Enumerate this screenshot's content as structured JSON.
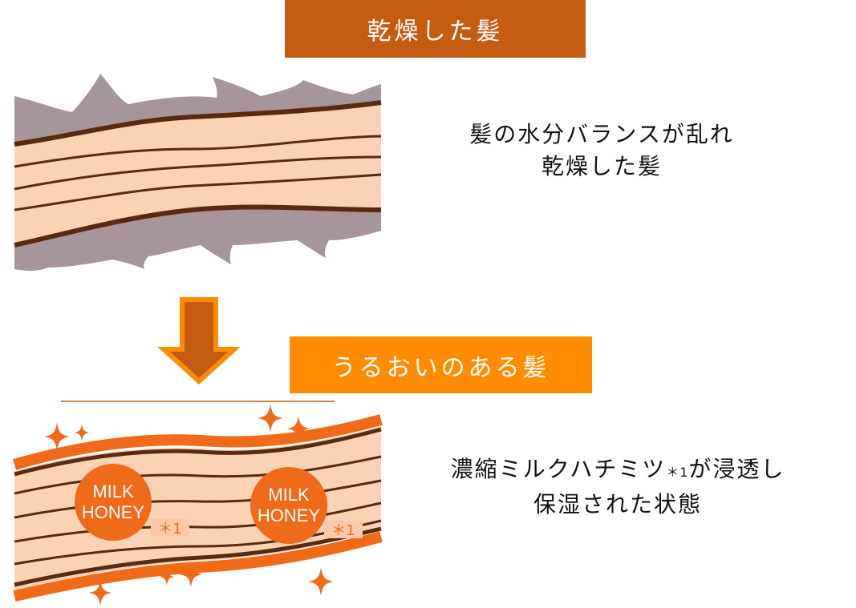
{
  "dry_section": {
    "banner": "乾燥した髪",
    "caption_line1": "髪の水分バランスが乱れ",
    "caption_line2": "乾燥した髪"
  },
  "moist_section": {
    "banner": "うるおいのある髪",
    "caption_line1_before": "濃縮ミルクハチミツ",
    "caption_line1_sup": "＊1",
    "caption_line1_after": "が浸透し",
    "caption_line2": "保湿された状態"
  },
  "badges": [
    {
      "line1": "MILK",
      "line2": "HONEY",
      "note": "＊1"
    },
    {
      "line1": "MILK",
      "line2": "HONEY",
      "note": "＊1"
    }
  ],
  "colors": {
    "dry_banner": "#c55a11",
    "moist_banner": "#ff8c00",
    "hair_fill": "#fad2b4",
    "hair_line": "#5a2a10",
    "damaged_cuticle": "#a6959a",
    "moist_cuticle": "#ef6b1a",
    "arrow": "#c55a11",
    "arrow_outline": "#ff8c00",
    "badge": "#ef6b1a",
    "sparkle": "#ef6b1a"
  },
  "icons": [
    "down-arrow-icon",
    "sparkle-icon"
  ]
}
